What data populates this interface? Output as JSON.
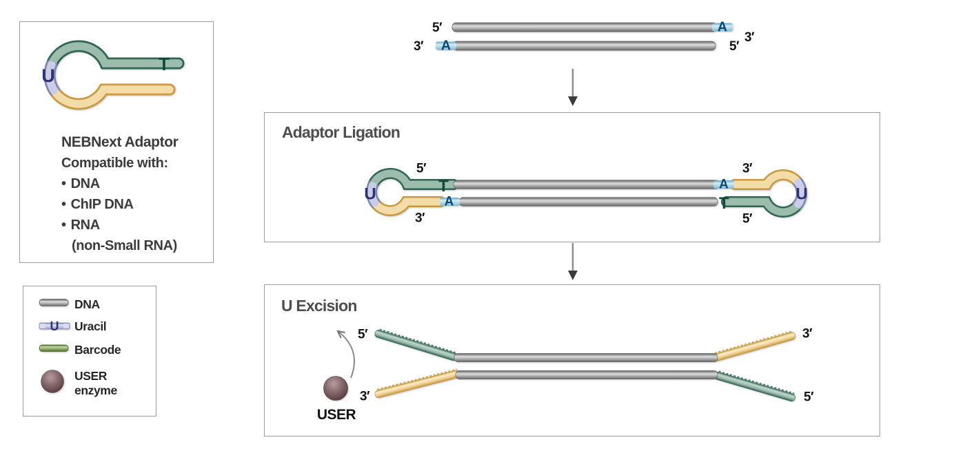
{
  "info_box": {
    "title": "NEBNext Adaptor",
    "subtitle": "Compatible with:",
    "bullet": "•",
    "item_1": "DNA",
    "item_2": "ChIP DNA",
    "item_3": "RNA",
    "note": "(non-Small RNA)",
    "adaptor_u": "U",
    "adaptor_t": "T"
  },
  "legend_box": {
    "dna": "DNA",
    "uracil": "Uracil",
    "uracil_letter": "U",
    "barcode": "Barcode",
    "user_line1": "USER",
    "user_line2": "enzyme"
  },
  "input_dna": {
    "top_5": "5′",
    "top_a": "A",
    "top_3": "3′",
    "bottom_3": "3′",
    "bottom_a": "A",
    "bottom_5": "5′"
  },
  "ligation": {
    "title": "Adaptor Ligation",
    "left_5": "5′",
    "left_u": "U",
    "left_t": "T",
    "left_a": "A",
    "left_3": "3′",
    "right_3": "3′",
    "right_a": "A",
    "right_t": "T",
    "right_u": "U",
    "right_5": "5′"
  },
  "excision": {
    "title": "U Excision",
    "left_5": "5′",
    "left_3": "3′",
    "right_3": "3′",
    "right_5": "5′",
    "user": "USER"
  },
  "colors": {
    "dna_gray": "#ababab",
    "strand_green": "#9dbdac",
    "strand_green_dark": "#2f6457",
    "strand_yellow": "#f3dca8",
    "strand_yellow_dark": "#c79a40",
    "uracil_fill": "#c9cde8",
    "uracil_dark": "#7f85b2",
    "uracil_letter_navy": "#2e3272",
    "a_overhang_blue": "#9fd0e8",
    "a_letter_navy": "#0c4a73",
    "t_letter_teal": "#12493f",
    "barcode_green": "#97ad6e",
    "user_enzyme_mauve": "#84666a",
    "box_border": "#9a9a9a",
    "title_gray": "#4e4e4e",
    "arrow_gray": "#8f8f8f"
  }
}
